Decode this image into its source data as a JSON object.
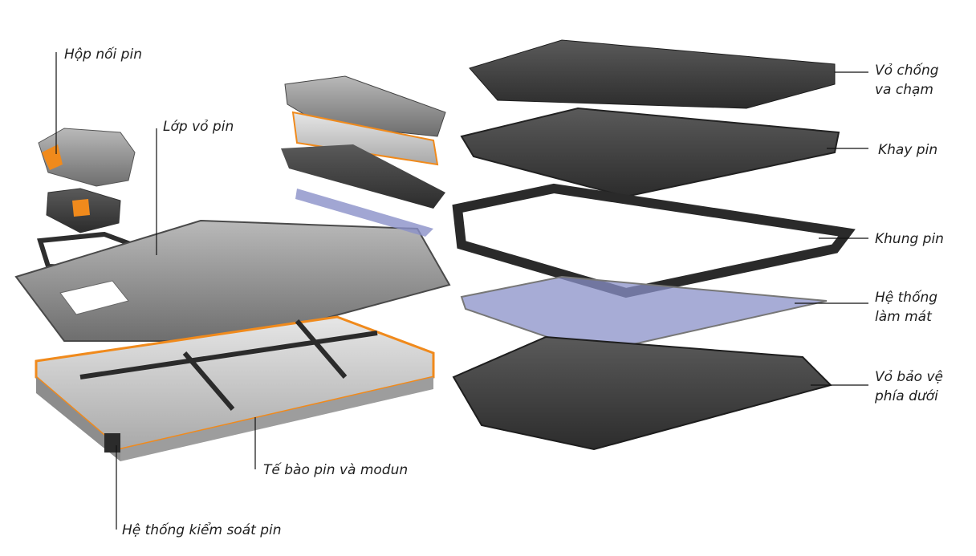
{
  "labels": {
    "hop_noi_pin": "Hộp nối pin",
    "lop_vo_pin": "Lớp vỏ pin",
    "te_bao_pin": "Tế bào pin và modun",
    "he_thong_kiem_soat": "Hệ thống kiểm soát pin",
    "vo_chong_va_cham_1": "Vỏ chống",
    "vo_chong_va_cham_2": "va chạm",
    "khay_pin": "Khay pin",
    "khung_pin": "Khung pin",
    "he_thong_lam_mat_1": "Hệ thống",
    "he_thong_lam_mat_2": "làm mát",
    "vo_bao_ve_1": "Vỏ bảo vệ",
    "vo_bao_ve_2": "phía dưới"
  },
  "colors": {
    "accent_orange": "#f08a1c",
    "dark_part": "#3a3a3a",
    "cooling_blue": "#8a90c8"
  }
}
